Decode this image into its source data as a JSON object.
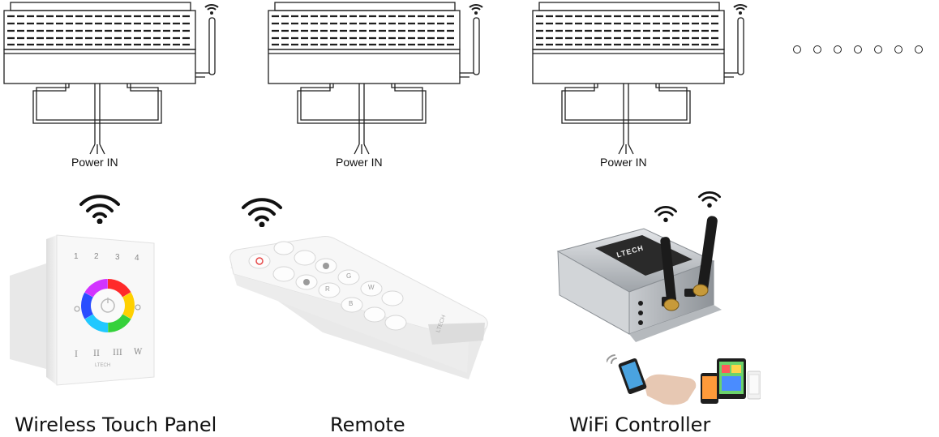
{
  "drivers": [
    {
      "power_label": "Power IN"
    },
    {
      "power_label": "Power IN"
    },
    {
      "power_label": "Power IN"
    }
  ],
  "more_indicator": [
    "○",
    "○",
    "○",
    "○",
    "○",
    "○",
    "○"
  ],
  "devices": {
    "touch_panel": {
      "caption": "Wireless Touch Panel",
      "zone_numbers": [
        "1",
        "2",
        "3",
        "4"
      ],
      "bottom_labels": [
        "I",
        "II",
        "III",
        "W"
      ],
      "brand": "LTECH"
    },
    "remote": {
      "caption": "Remote",
      "button_letters": [
        "R",
        "G",
        "B",
        "W"
      ],
      "brand": "LTECH"
    },
    "wifi_controller": {
      "caption": "WiFi Controller",
      "brand": "LTECH"
    }
  },
  "colors": {
    "line": "#1f1f1f",
    "panel_white": "#f6f6f6",
    "controller_silver": "#b9bdc2",
    "brass": "#c79a3a"
  },
  "icons": [
    "wifi-icon",
    "hand-phone-icon"
  ]
}
